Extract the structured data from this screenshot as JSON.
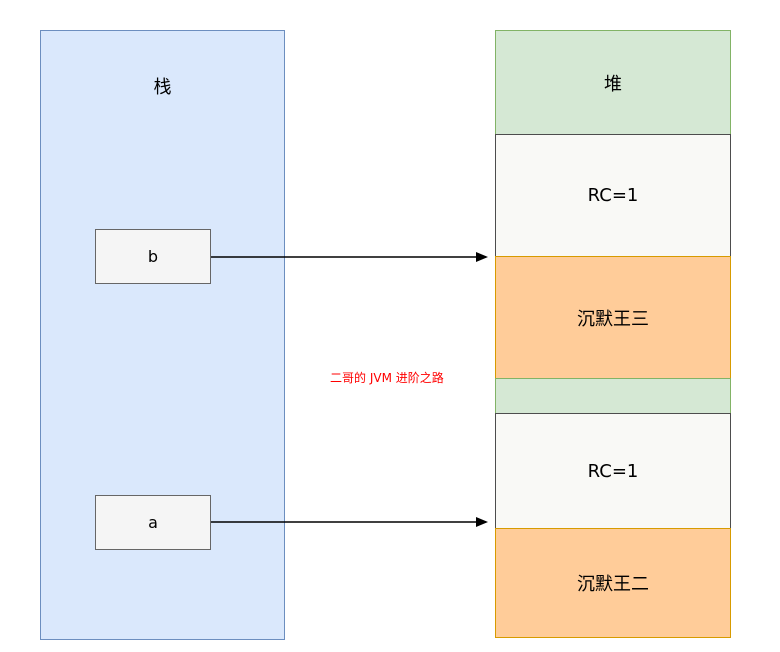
{
  "stack": {
    "label": "栈",
    "vars": [
      {
        "label": "b"
      },
      {
        "label": "a"
      }
    ],
    "fill": "#dae8fc",
    "border": "#6c8ebf"
  },
  "heap": {
    "segments": [
      {
        "label": "堆",
        "fill": "#d5e8d4",
        "border": "#82b366"
      },
      {
        "label": "RC=1",
        "fill": "#f9f9f6",
        "border": "#4d4d4d"
      },
      {
        "label": "沉默王三",
        "fill": "#ffcc99",
        "border": "#d79b00"
      },
      {
        "label": "",
        "fill": "#d5e8d4",
        "border": "#82b366"
      },
      {
        "label": "RC=1",
        "fill": "#f9f9f6",
        "border": "#4d4d4d"
      },
      {
        "label": "沉默王二",
        "fill": "#ffcc99",
        "border": "#d79b00"
      }
    ]
  },
  "watermark": {
    "text": "二哥的 JVM 进阶之路",
    "color": "#ff0000"
  },
  "arrows": {
    "color": "#000000"
  }
}
